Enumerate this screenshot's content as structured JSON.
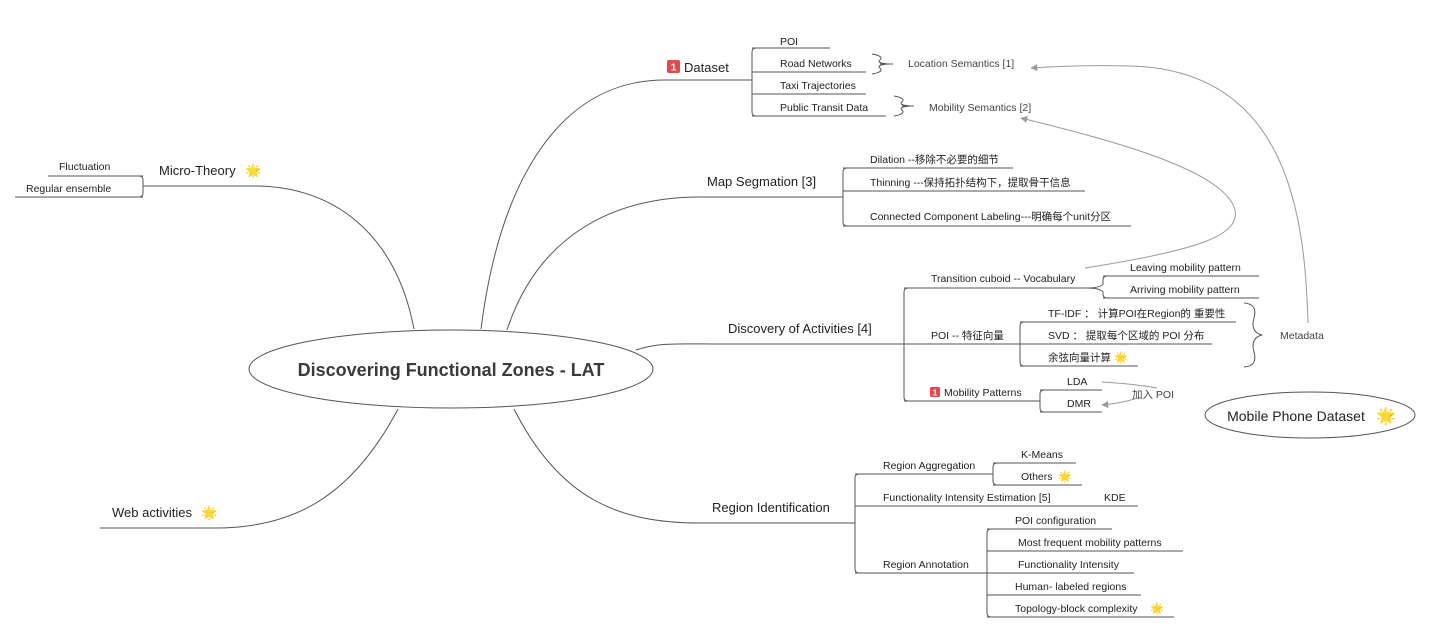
{
  "root": {
    "label": "Discovering  Functional Zones - LAT"
  },
  "floating": {
    "label": "Mobile Phone Dataset",
    "star": "🌟"
  },
  "dataset": {
    "label": "Dataset",
    "badge": "1",
    "children": [
      "POI",
      "Road Networks",
      "Taxi Trajectories",
      "Public Transit Data"
    ],
    "location_semantics": "Location Semantics [1]",
    "mobility_semantics": "Mobility Semantics [2]"
  },
  "map_seg": {
    "label": "Map Segmation [3]",
    "children": [
      "Dilation --移除不必要的细节",
      "Thinning ---保持拓扑结构下，提取骨干信息",
      "Connected Component Labeling---明确每个unit分区"
    ]
  },
  "discovery": {
    "label": "Discovery of Activities [4]",
    "transition": {
      "label": "Transition cuboid -- Vocabulary",
      "children": [
        "Leaving mobility pattern",
        "Arriving mobility pattern"
      ]
    },
    "poi_vec": {
      "label": "POI -- 特征向量",
      "children": [
        "TF-IDF ：  计算POI在Region的 重要性",
        "SVD ：  提取每个区域的 POI 分布",
        "余弦向量计算"
      ]
    },
    "metadata": "Metadata",
    "mobility": {
      "label": "Mobility Patterns",
      "badge": "1",
      "children": [
        "LDA",
        "DMR"
      ],
      "note": "加入 POI"
    }
  },
  "region_id": {
    "label": "Region Identification",
    "aggregation": {
      "label": "Region Aggregation",
      "children": [
        "K-Means",
        "Others"
      ]
    },
    "intensity": {
      "label": "Functionality Intensity Estimation [5]",
      "child": "KDE"
    },
    "annotation": {
      "label": "Region Annotation",
      "children": [
        "POI configuration",
        "Most frequent mobility patterns",
        "Functionality Intensity",
        "Human- labeled regions",
        "Topology-block complexity"
      ]
    }
  },
  "micro": {
    "label": "Micro-Theory",
    "children": [
      "Fluctuation",
      "Regular ensemble"
    ]
  },
  "web": {
    "label": "Web activities"
  },
  "star": "🌟"
}
